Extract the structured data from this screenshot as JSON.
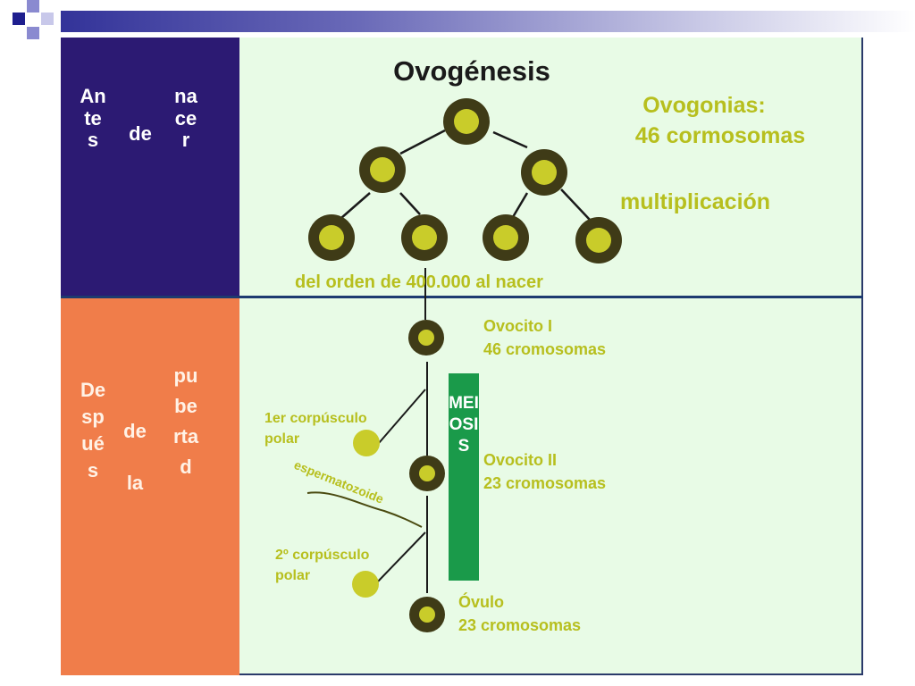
{
  "title": "Ovogénesis",
  "side_labels": {
    "before": [
      "Antes",
      "de",
      "nacer"
    ],
    "after": [
      "Después",
      "de la",
      "pubertad"
    ]
  },
  "top_labels": {
    "ovogonias": "Ovogonias:",
    "ovogonias_count": "46 cormosomas",
    "process": "multiplicación",
    "birth_count": "del orden de 400.000 al nacer"
  },
  "stages": {
    "ovocito1_name": "Ovocito I",
    "ovocito1_count": "46 cromosomas",
    "polar1_line1": "1er corpúsculo",
    "polar1_line2": "polar",
    "sperm": "espermatozoide",
    "ovocito2_name": "Ovocito II",
    "ovocito2_count": "23 cromosomas",
    "polar2_line1": "2º corpúsculo",
    "polar2_line2": "polar",
    "ovulo_name": "Óvulo",
    "ovulo_count": "23 cromosomas"
  },
  "meiosis_label": "MEIOSIS",
  "colors": {
    "slide_bg": "#e8fbe6",
    "top_panel": "#2c1a73",
    "bottom_panel": "#f07d4a",
    "label_text": "#b7bf1e",
    "cell_outer": "#3f3b17",
    "cell_inner": "#c9cc2a",
    "meiosis_bar": "#1a9a4a"
  }
}
